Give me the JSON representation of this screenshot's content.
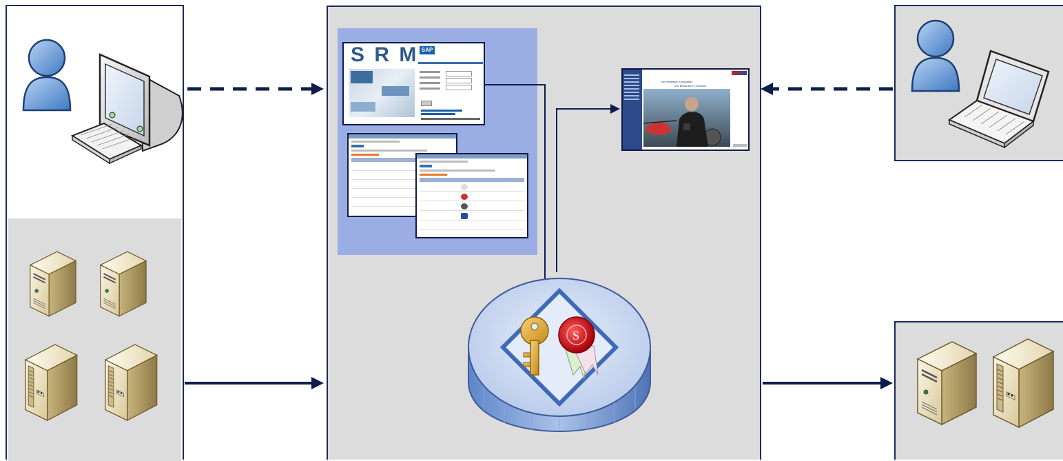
{
  "colors": {
    "border": "#1b2a5e",
    "panel_gray": "#dcdcdc",
    "portal_blue": "#9aaee4",
    "arrow": "#0f1c4d"
  },
  "left_panel": {
    "client": {
      "user_icon": "user-icon",
      "device_icon": "desktop-computer-icon"
    },
    "servers": {
      "icons": [
        "tower-server-icon",
        "tower-server-icon",
        "tower-server-icon",
        "tower-server-icon"
      ]
    }
  },
  "center_panel": {
    "srm_portal": {
      "logo_letters": "S R M",
      "vendor_badge": "SAP",
      "screens": [
        "srm-login-screen",
        "srm-list-screen",
        "srm-list-screen"
      ]
    },
    "catalog_screen": {
      "headline_1": "Der Hersteller-Kompatibel",
      "headline_2": "und Behörden IT-Services"
    },
    "security_hub": {
      "icons": [
        "key-icon",
        "wax-seal-icon"
      ]
    }
  },
  "right_top_panel": {
    "user_icon": "user-icon",
    "device_icon": "laptop-icon"
  },
  "right_bottom_panel": {
    "icons": [
      "tower-server-icon",
      "tower-server-icon"
    ]
  },
  "connections": [
    {
      "from": "left-client",
      "to": "srm-portal",
      "style": "dashed"
    },
    {
      "from": "right-laptop-client",
      "to": "catalog-screen",
      "style": "dashed"
    },
    {
      "from": "left-servers",
      "to": "center-panel",
      "style": "solid"
    },
    {
      "from": "center-panel",
      "to": "right-servers",
      "style": "solid"
    }
  ]
}
